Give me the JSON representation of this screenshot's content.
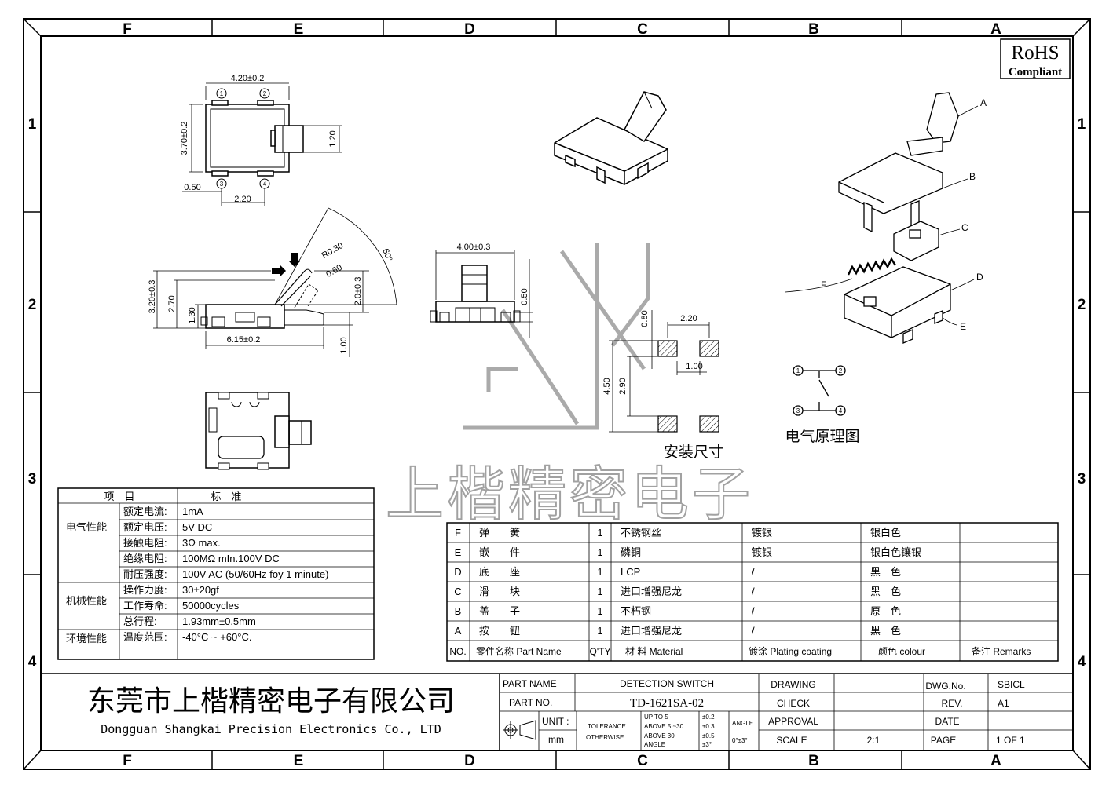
{
  "zones": {
    "cols": [
      "F",
      "E",
      "D",
      "C",
      "B",
      "A"
    ],
    "rows": [
      "1",
      "2",
      "3",
      "4"
    ]
  },
  "rohs": {
    "line1": "RoHS",
    "line2": "Compliant"
  },
  "top_view": {
    "width": "4.20±0.2",
    "height": "3.70±0.2",
    "lever": "1.20",
    "pad_offset": "0.50",
    "pitch": "2.20",
    "pins": [
      "1",
      "2",
      "3",
      "4"
    ]
  },
  "side_view": {
    "radius": "R0.30",
    "gap": "0.60",
    "angle": "60°",
    "total_h": "3.20±0.3",
    "body_h": "2.70",
    "base_h": "1.30",
    "lever_h": "2.0±0.3",
    "length": "6.15±0.2",
    "foot": "1.00"
  },
  "front_view": {
    "width": "4.00±0.3",
    "height": "0.50"
  },
  "footprint": {
    "pitch_x": "2.20",
    "pad_h": "0.80",
    "pad_w": "1.00",
    "span": "4.50",
    "inner": "2.90",
    "title": "安装尺寸"
  },
  "schematic": {
    "title": "电气原理图",
    "pins": [
      "1",
      "2",
      "3",
      "4"
    ]
  },
  "exploded": {
    "labels": [
      "A",
      "B",
      "C",
      "D",
      "E",
      "F"
    ]
  },
  "watermark": "上楷精密电子",
  "spec_table": {
    "headers": [
      "项　目",
      "标　准"
    ],
    "groups": [
      {
        "name": "电气性能",
        "rows": [
          [
            "额定电流:",
            "1mA"
          ],
          [
            "额定电压:",
            "5V  DC"
          ],
          [
            "接触电阻:",
            "3Ω max."
          ],
          [
            "绝缘电阻:",
            "100MΩ mIn.100V  DC"
          ],
          [
            "耐压强度:",
            "100V  AC (50/60Hz foy 1 minute)"
          ]
        ]
      },
      {
        "name": "机械性能",
        "rows": [
          [
            "操作力度:",
            "30±20gf"
          ],
          [
            "工作寿命:",
            " 50000cycles"
          ],
          [
            "总行程:",
            "1.93mm±0.5mm"
          ]
        ]
      },
      {
        "name": "环境性能",
        "rows": [
          [
            "温度范围:",
            "-40°C ~ +60°C."
          ]
        ]
      }
    ]
  },
  "bom": {
    "rows": [
      [
        "F",
        "弹　　簧",
        "1",
        "不锈钢丝",
        "镀银",
        "银白色"
      ],
      [
        "E",
        "嵌　　件",
        "1",
        "磷铜",
        "镀银",
        "银白色镶银"
      ],
      [
        "D",
        "底　　座",
        "1",
        "LCP",
        "/",
        "黑　色"
      ],
      [
        "C",
        "滑　　块",
        "1",
        "进口增强尼龙",
        "/",
        "黑　色"
      ],
      [
        "B",
        "盖　　子",
        "1",
        "不朽钢",
        "/",
        "原　色"
      ],
      [
        "A",
        "按　　钮",
        "1",
        "进口增强尼龙",
        "/",
        "黑　色"
      ]
    ],
    "header": [
      "NO.",
      "零件名称  Part Name",
      "Q'TY",
      "材 料  Material",
      "镀涂  Plating coating",
      "颜色   colour",
      "备注  Remarks"
    ]
  },
  "title_block": {
    "company_cn": "东莞市上楷精密电子有限公司",
    "company_en": "Dongguan Shangkai Precision Electronics Co., LTD",
    "part_name_label": "PART NAME",
    "part_name": "DETECTION SWITCH",
    "part_no_label": "PART NO.",
    "part_no": "TD-1621SA-02",
    "unit_label": "UNIT :",
    "unit": "mm",
    "tol1": "TOLERANCE",
    "tol2": "OTHERWISE",
    "up": "UP TO 5",
    "up_v": "±0.2",
    "above1": "ABOVE 5 ~30",
    "above1_v": "±0.3",
    "above2": "ABOVE 30",
    "above2_v": "±0.5",
    "angle_l": "ANGLE",
    "angle_v": "±3°",
    "angle_h": "ANGLE",
    "angle_h_v": "0°±3°",
    "drawing": "DRAWING",
    "check": "CHECK",
    "approval": "APPROVAL",
    "scale": "SCALE",
    "scale_v": "2:1",
    "dwg_label": "DWG.No.",
    "dwg": "SBICL",
    "rev_label": "REV.",
    "rev": "A1",
    "date_label": "DATE",
    "page_label": "PAGE",
    "page": "1  OF  1"
  }
}
